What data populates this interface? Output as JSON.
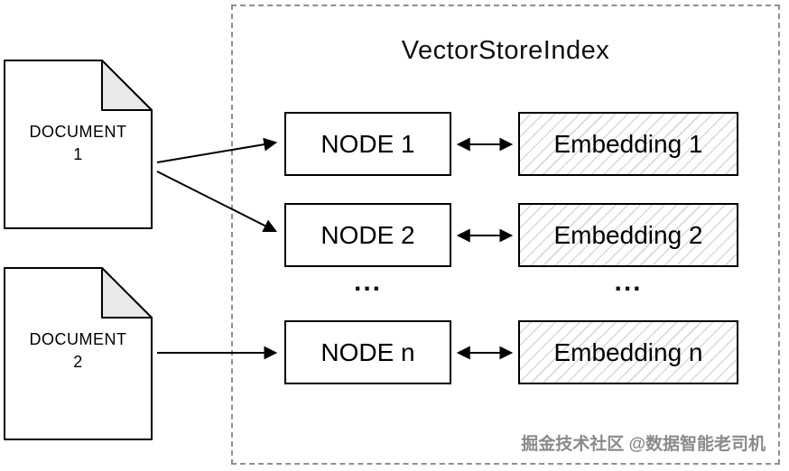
{
  "title": "VectorStoreIndex",
  "documents": [
    {
      "name": "DOCUMENT",
      "number": "1"
    },
    {
      "name": "DOCUMENT",
      "number": "2"
    }
  ],
  "nodes": [
    {
      "label": "NODE 1"
    },
    {
      "label": "NODE 2"
    },
    {
      "label": "NODE n"
    }
  ],
  "embeddings": [
    {
      "label": "Embedding 1"
    },
    {
      "label": "Embedding 2"
    },
    {
      "label": "Embedding n"
    }
  ],
  "ellipsis": "...",
  "watermark": "掘金技术社区 @数据智能老司机",
  "colors": {
    "box_border": "#000000",
    "dashed_frame": "#8f8f8f",
    "hatch_line": "#d9d9d9",
    "fold_fill": "#e9e9e9",
    "watermark_text": "#8a8a8a",
    "background": "#ffffff"
  }
}
